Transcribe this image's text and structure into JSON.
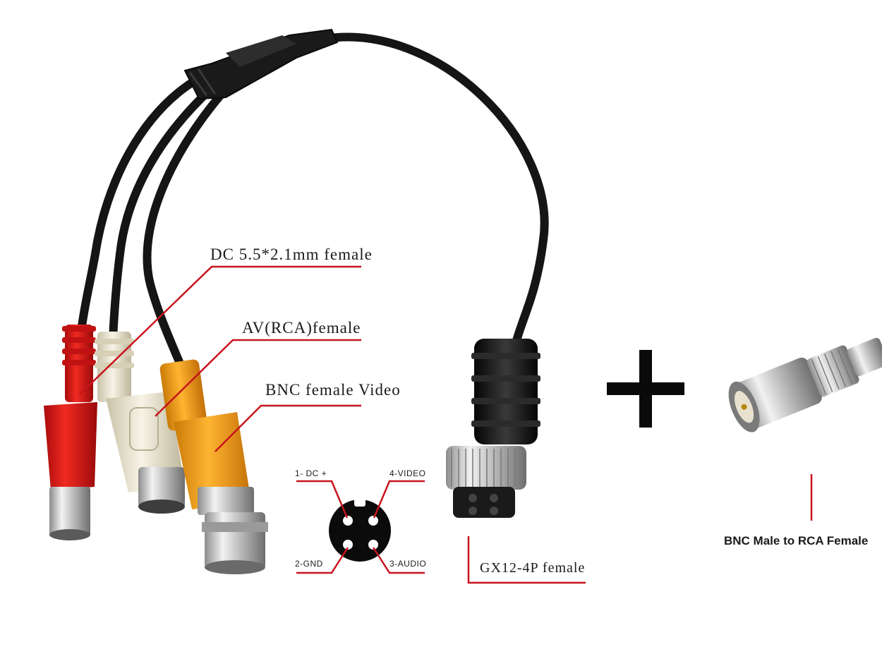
{
  "labels": {
    "dc": "DC 5.5*2.1mm female",
    "av": "AV(RCA)female",
    "bnc": "BNC female Video",
    "gx12": "GX12-4P female",
    "bnc_adapter": "BNC Male to RCA Female"
  },
  "pinout": {
    "pin1": "1- DC +",
    "pin2": "2-GND",
    "pin3": "3-AUDIO",
    "pin4": "4-VIDEO"
  },
  "plus_symbol": "+",
  "colors": {
    "cable": "#151515",
    "dc_plug": "#e01818",
    "rca_white": "#ece6d2",
    "bnc_orange": "#f3a21a",
    "callout_line": "#c8141e",
    "metal": "#c9c9c9"
  }
}
